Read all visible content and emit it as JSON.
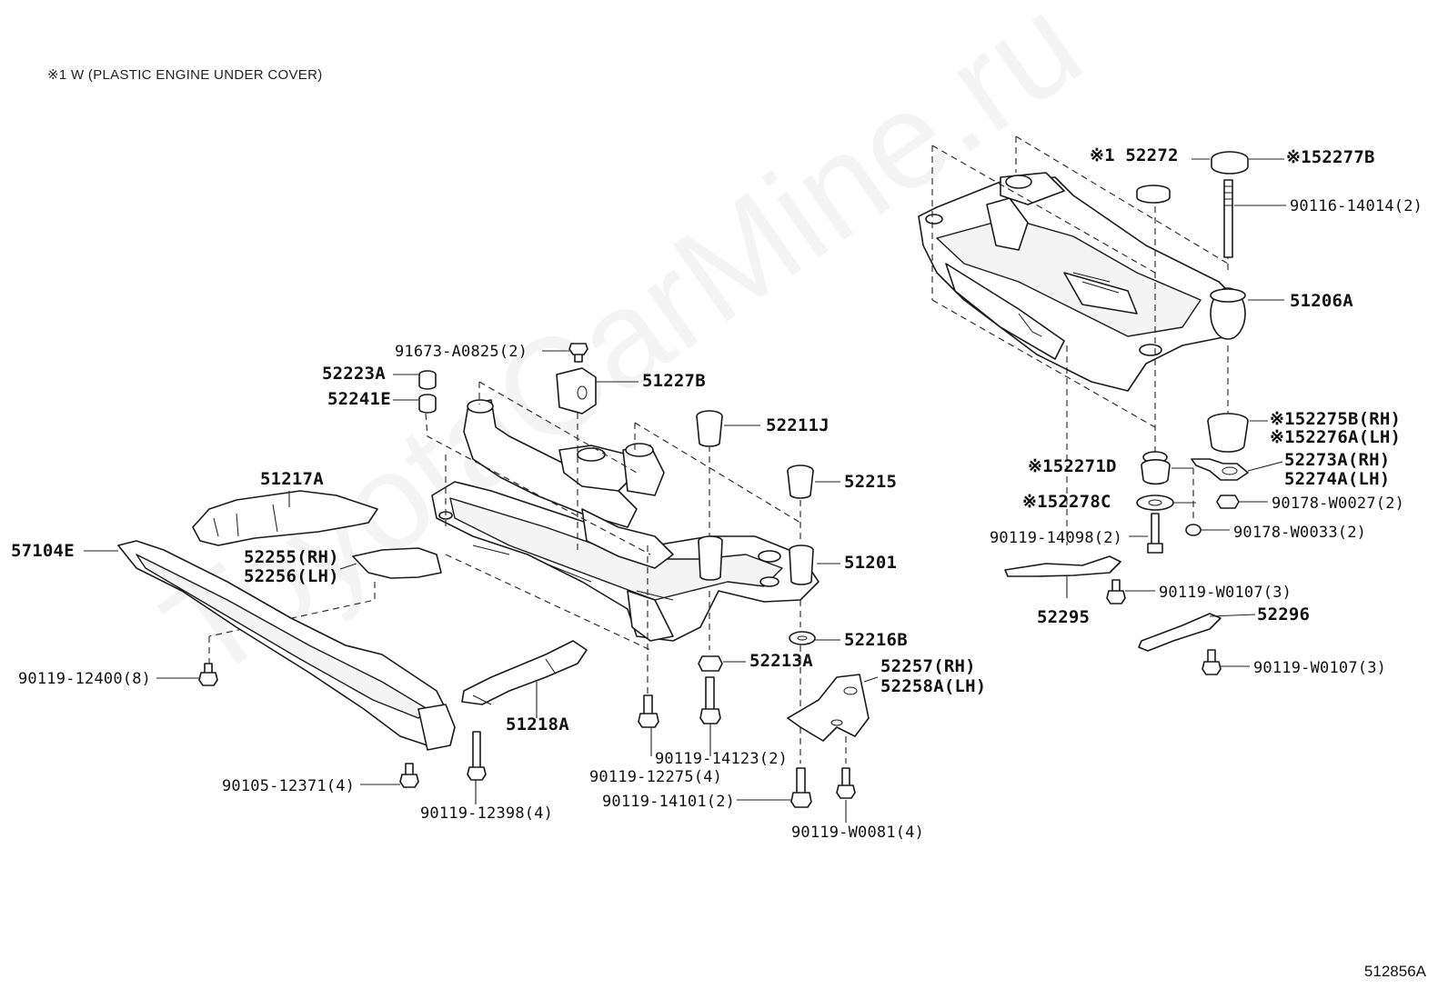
{
  "note": "※1 W (PLASTIC ENGINE UNDER COVER)",
  "ref_code": "512856A",
  "watermark": "ToyotaCarMine.ru",
  "labels": {
    "p52272": "※1 52272",
    "p52277B": "※152277B",
    "p90116": "90116-14014(2)",
    "p51206A": "51206A",
    "p91673": "91673-A0825(2)",
    "p52223A": "52223A",
    "p52241E": "52241E",
    "p51227B": "51227B",
    "p52211J": "52211J",
    "p52215": "52215",
    "p51217A": "51217A",
    "p57104E": "57104E",
    "p52255": "52255(RH)",
    "p52256": "52256(LH)",
    "p51201": "51201",
    "p52216B": "52216B",
    "p52213A": "52213A",
    "p52257": "52257(RH)",
    "p52258A": "52258A(LH)",
    "p90119_12400": "90119-12400(8)",
    "p51218A": "51218A",
    "p90119_14123": "90119-14123(2)",
    "p90119_12275": "90119-12275(4)",
    "p90105": "90105-12371(4)",
    "p90119_14101": "90119-14101(2)",
    "p90119_12398": "90119-12398(4)",
    "p90119_W0081": "90119-W0081(4)",
    "p52275B": "※152275B(RH)",
    "p52276A": "※152276A(LH)",
    "p52271D": "※152271D",
    "p52273A": "52273A(RH)",
    "p52274A": "52274A(LH)",
    "p52278C": "※152278C",
    "p90178_W0027": "90178-W0027(2)",
    "p90119_14098": "90119-14098(2)",
    "p90178_W0033": "90178-W0033(2)",
    "p52295": "52295",
    "p90119_W0107a": "90119-W0107(3)",
    "p52296": "52296",
    "p90119_W0107b": "90119-W0107(3)"
  }
}
